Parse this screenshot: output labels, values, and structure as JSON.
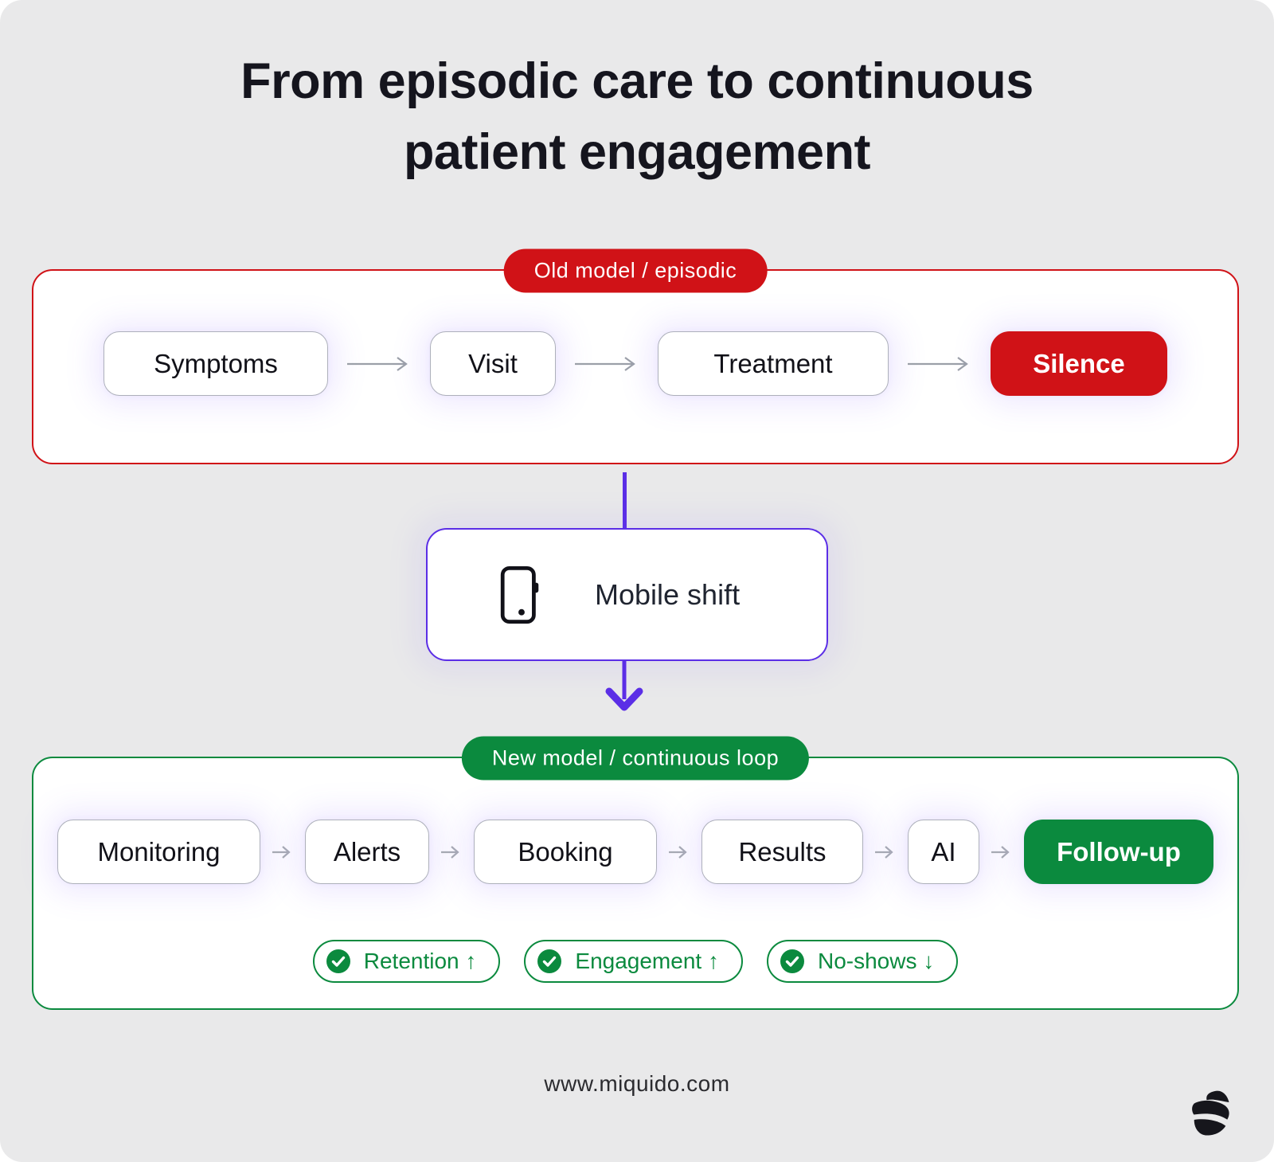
{
  "title": "From episodic care to continuous patient engagement",
  "colors": {
    "background_panel": "#E9E9EA",
    "danger_red": "#D01217",
    "success_green": "#0B8A3E",
    "accent_purple": "#5B2EE6",
    "text_dark": "#15151E",
    "box_border_gray": "#ADB0BA"
  },
  "old_model": {
    "badge": "Old model / episodic",
    "steps": [
      {
        "label": "Symptoms",
        "variant": "default"
      },
      {
        "label": "Visit",
        "variant": "default"
      },
      {
        "label": "Treatment",
        "variant": "default"
      },
      {
        "label": "Silence",
        "variant": "danger"
      }
    ]
  },
  "mobile_shift": {
    "label": "Mobile shift",
    "icon": "smartphone-icon"
  },
  "new_model": {
    "badge": "New model / continuous loop",
    "steps": [
      {
        "label": "Monitoring",
        "variant": "default"
      },
      {
        "label": "Alerts",
        "variant": "default"
      },
      {
        "label": "Booking",
        "variant": "default"
      },
      {
        "label": "Results",
        "variant": "default"
      },
      {
        "label": "AI",
        "variant": "default"
      },
      {
        "label": "Follow-up",
        "variant": "success"
      }
    ],
    "metrics": [
      {
        "icon": "check-circle-icon",
        "label": "Retention ↑"
      },
      {
        "icon": "check-circle-icon",
        "label": "Engagement ↑"
      },
      {
        "icon": "check-circle-icon",
        "label": "No-shows ↓"
      }
    ]
  },
  "footer": {
    "url": "www.miquido.com",
    "logo": "miquido-logo"
  }
}
